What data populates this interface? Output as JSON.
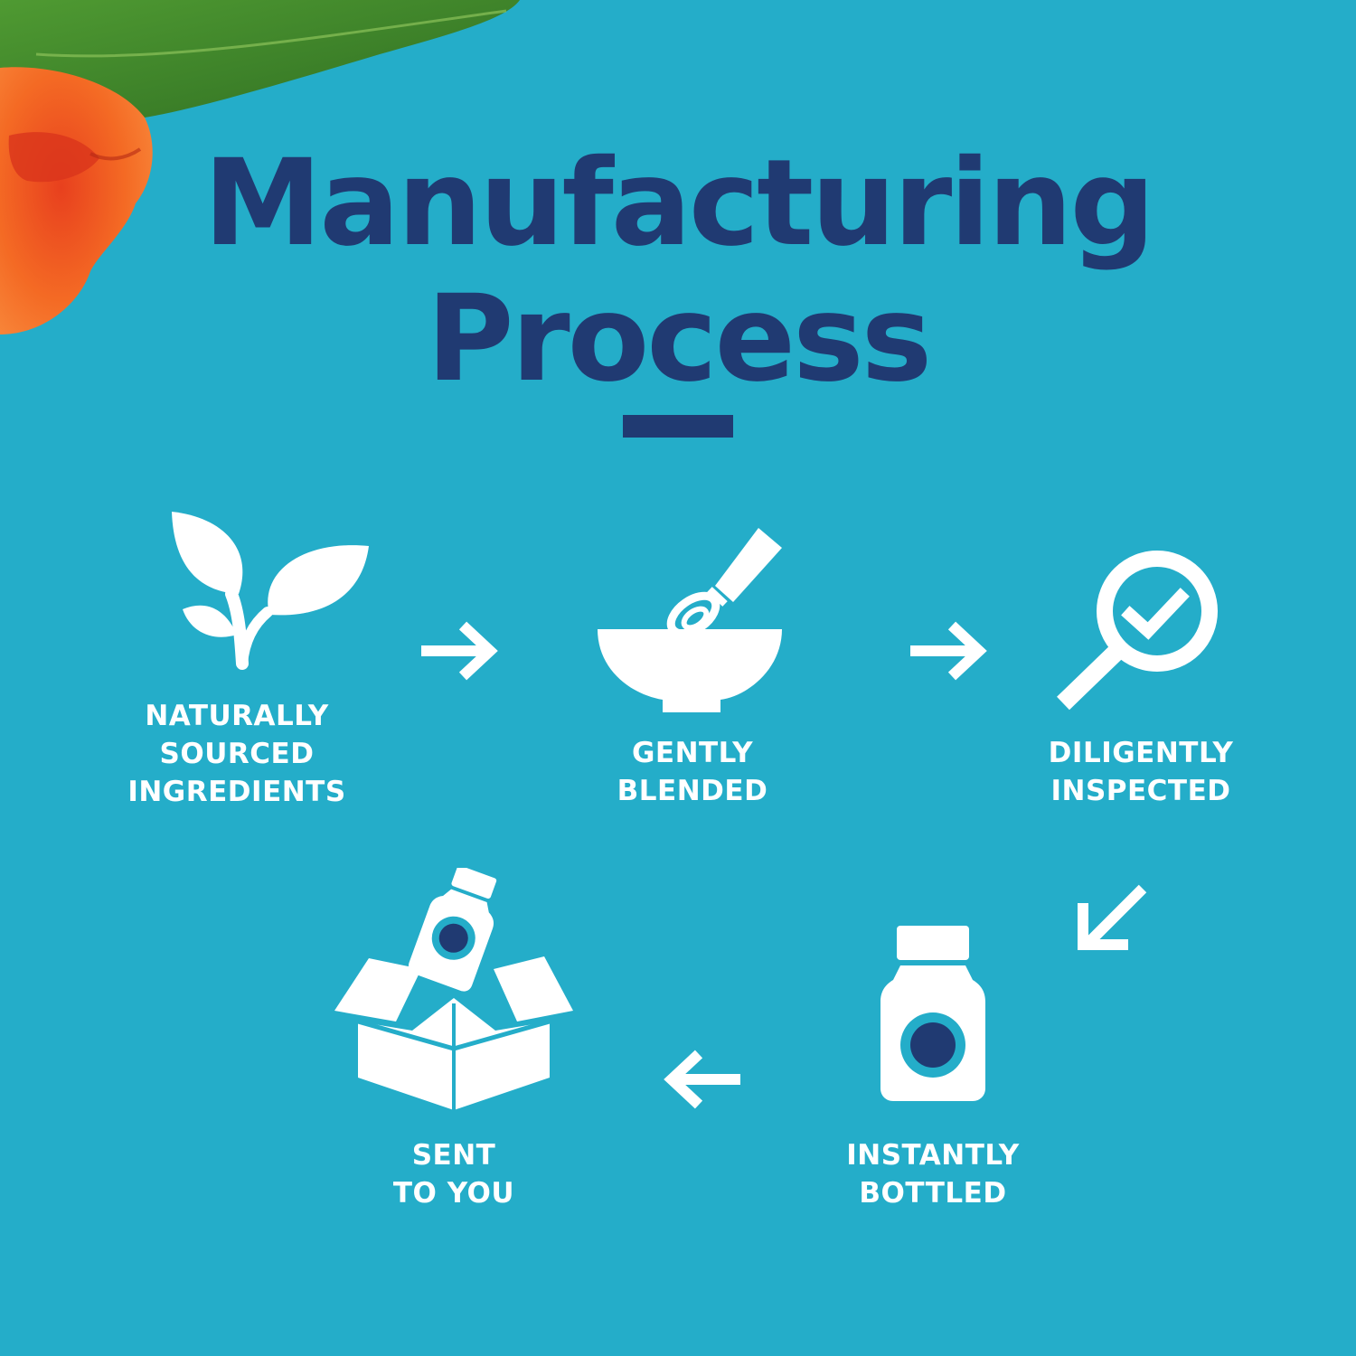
{
  "title": {
    "line1": "Manufacturing",
    "line2": "Process"
  },
  "colors": {
    "background": "#24adc9",
    "title": "#203a72",
    "icon": "#ffffff",
    "accent": "#203a72",
    "leaf": "#3f8a2a",
    "flower": "#f26a22"
  },
  "steps": [
    {
      "icon": "plant-sprout-icon",
      "lines": [
        "NATURALLY",
        "SOURCED",
        "INGREDIENTS"
      ]
    },
    {
      "icon": "bowl-whisk-icon",
      "lines": [
        "GENTLY",
        "BLENDED"
      ]
    },
    {
      "icon": "magnifier-check-icon",
      "lines": [
        "DILIGENTLY",
        "INSPECTED"
      ]
    },
    {
      "icon": "bottle-icon",
      "lines": [
        "INSTANTLY",
        "BOTTLED"
      ]
    },
    {
      "icon": "box-bottle-icon",
      "lines": [
        "SENT",
        "TO YOU"
      ]
    }
  ]
}
